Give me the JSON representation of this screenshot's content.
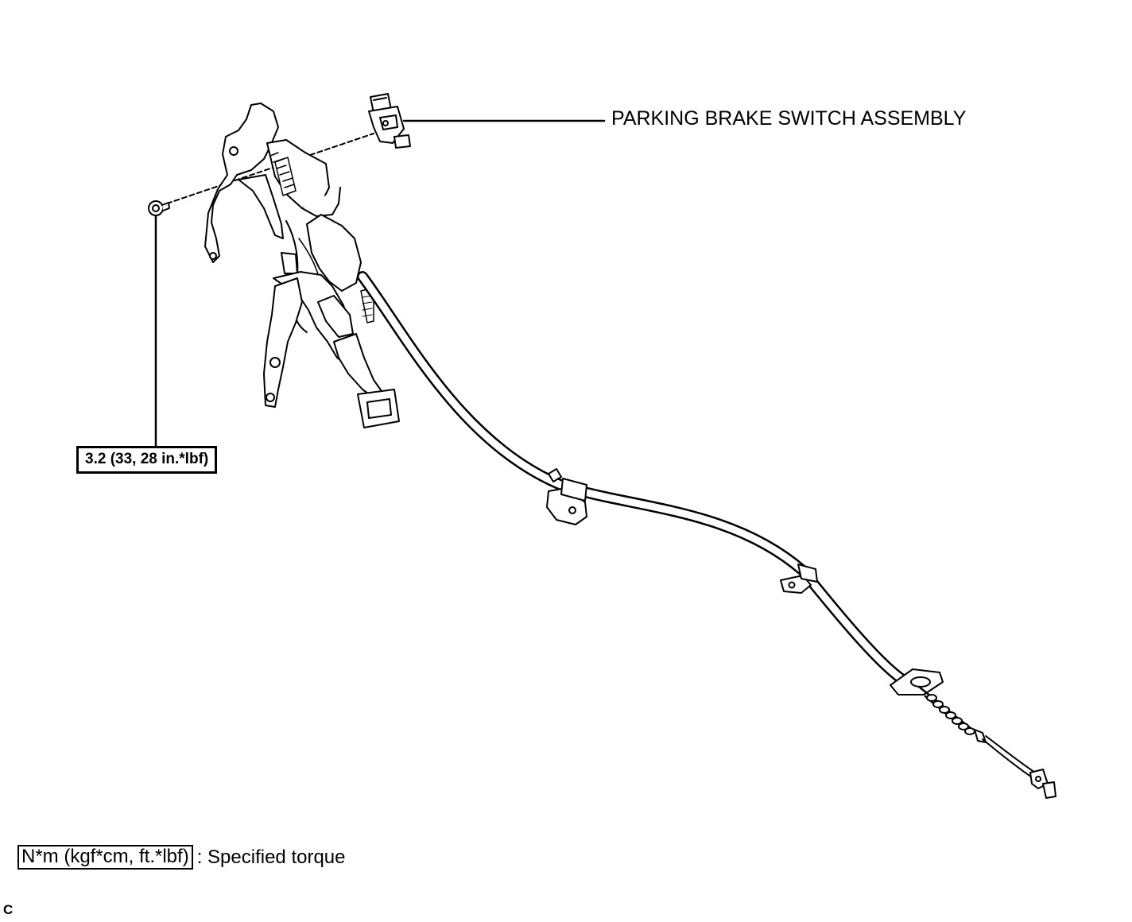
{
  "callouts": {
    "switch_label": "PARKING BRAKE SWITCH ASSEMBLY",
    "torque_value": "3.2 (33, 28 in.*lbf)"
  },
  "legend": {
    "unit_box": "N*m (kgf*cm, ft.*lbf)",
    "description": ": Specified torque"
  },
  "corner_mark": "C",
  "colors": {
    "line": "#000000",
    "background": "#ffffff"
  }
}
